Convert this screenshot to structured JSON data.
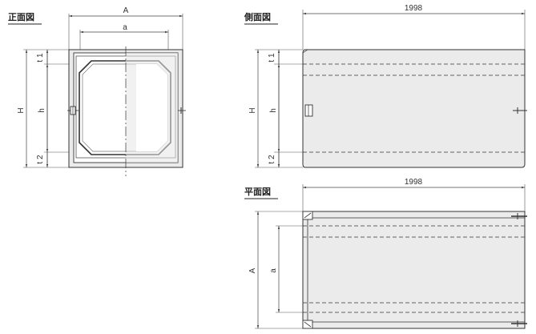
{
  "views": {
    "front": {
      "title": "正面図"
    },
    "side": {
      "title": "側面図"
    },
    "plan": {
      "title": "平面図"
    }
  },
  "labels": {
    "A": "A",
    "a": "a",
    "H": "H",
    "h": "h",
    "t1": "t 1",
    "t2": "t 2",
    "length": "1998"
  },
  "colors": {
    "body_fill": "#ebebeb",
    "line": "#333333"
  }
}
